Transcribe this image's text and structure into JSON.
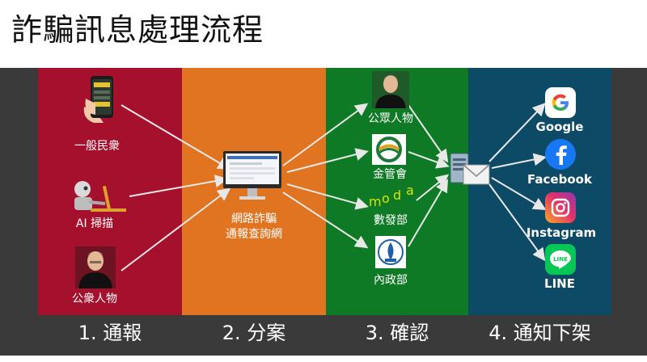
{
  "title": "詐騙訊息處理流程",
  "colors": {
    "step1": "#a5102d",
    "step2": "#e07420",
    "step3": "#0f7a25",
    "step4": "#0d4a66",
    "background": "#3a3a3a"
  },
  "steps": [
    "1. 通報",
    "2. 分案",
    "3. 確認",
    "4. 通知下架"
  ],
  "reporters": [
    {
      "label": "一般民衆",
      "icon": "smartphone-hand-icon"
    },
    {
      "label": "AI 掃描",
      "icon": "robot-laptop-icon"
    },
    {
      "label": "公衆人物",
      "icon": "person-photo-icon"
    }
  ],
  "platform": {
    "label_line1": "網路詐騙",
    "label_line2": "通報查詢網",
    "icon": "computer-monitor-icon"
  },
  "agencies": [
    {
      "label": "公眾人物",
      "icon": "person-photo-icon"
    },
    {
      "label": "金管會",
      "icon": "fsc-logo-icon"
    },
    {
      "label": "數發部",
      "icon": "moda-logo-icon"
    },
    {
      "label": "內政部",
      "icon": "moi-logo-icon"
    }
  ],
  "hub": {
    "icon": "server-mail-icon"
  },
  "platforms": [
    {
      "label": "Google",
      "icon": "google-icon",
      "color": "#ffffff"
    },
    {
      "label": "Facebook",
      "icon": "facebook-icon",
      "color": "#1877f2"
    },
    {
      "label": "Instagram",
      "icon": "instagram-icon",
      "color": "#e1306c"
    },
    {
      "label": "LINE",
      "icon": "line-icon",
      "color": "#06c755"
    }
  ],
  "moda_text": {
    "m": "m",
    "o": "o",
    "d": "d",
    "a": "a"
  }
}
